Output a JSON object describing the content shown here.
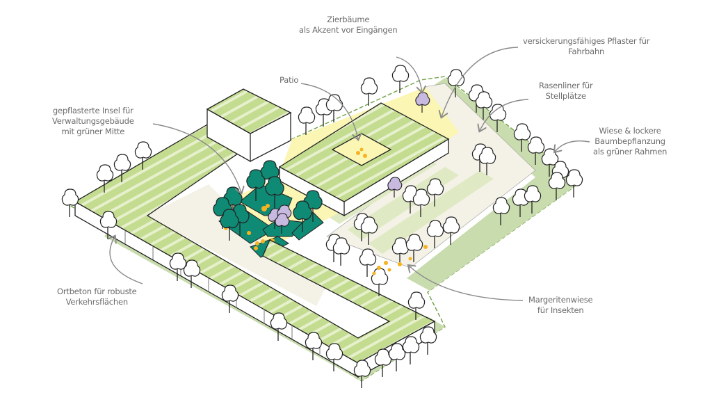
{
  "labels": {
    "zierbaeume": [
      "Zierbäume",
      "als Akzent vor Eingängen"
    ],
    "pflaster": [
      "versickerungsfähiges Pflaster für",
      "Fahrbahn"
    ],
    "patio": [
      "Patio"
    ],
    "rasenliner": [
      "Rasenliner für",
      "Stellplätze"
    ],
    "insel": [
      "gepflasterte Insel für",
      "Verwaltungsgebäude",
      "mit grüner Mitte"
    ],
    "wiese": [
      "Wiese & lockere",
      "Baumbepflanzung",
      "als grüner Rahmen"
    ],
    "ortbeton": [
      "Ortbeton für robuste",
      "Verkehrsflächen"
    ],
    "margeriten": [
      "Margeritenwiese",
      "für Insekten"
    ]
  },
  "colors": {
    "roof_green": "#c3dc8f",
    "roof_stripe": "#e6f0cc",
    "meadow": "#c9dcae",
    "plaza_yellow": "#fbf6b4",
    "tree_teal": "#0f8a75",
    "bed_teal": "#0f8a75",
    "flower_orange": "#f6b321",
    "ornamental_lilac": "#c7b9e0",
    "arrow_gray": "#8a8a8a"
  }
}
